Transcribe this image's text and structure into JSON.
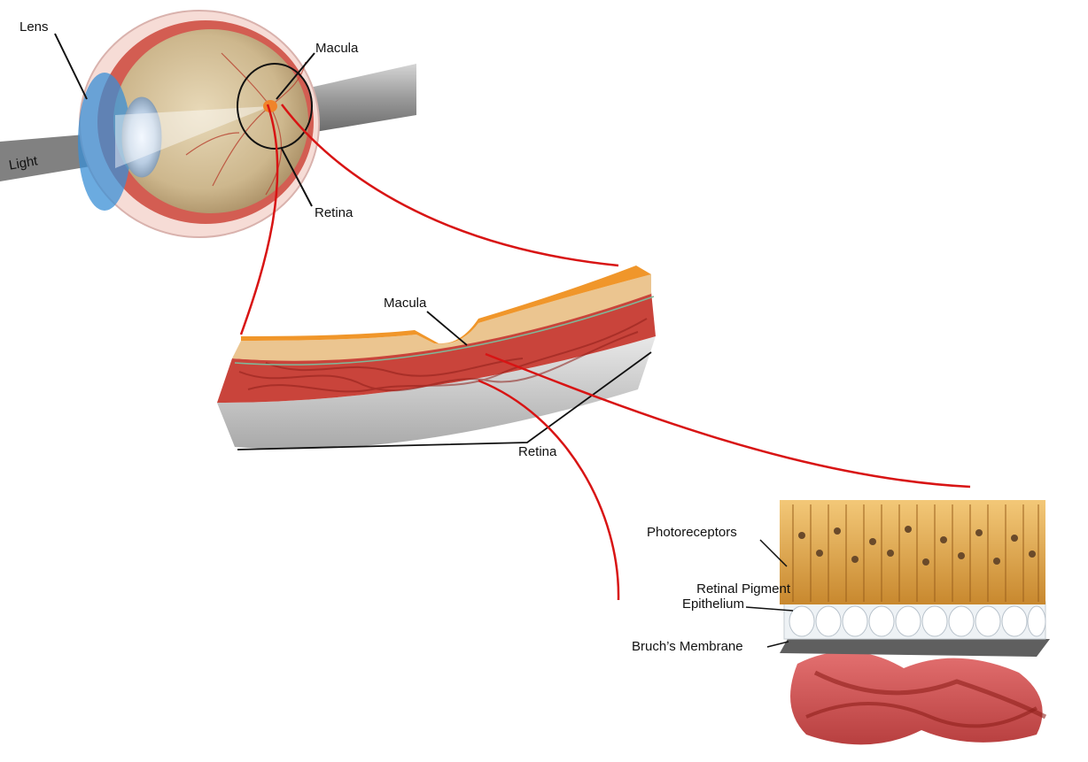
{
  "labels": {
    "lens": "Lens",
    "light": "Light",
    "macula_eye": "Macula",
    "retina_eye": "Retina",
    "macula_section": "Macula",
    "retina_section": "Retina",
    "photoreceptors": "Photoreceptors",
    "rpe_line1": "Retinal Pigment",
    "rpe_line2": "Epithelium",
    "bruchs": "Bruch’s Membrane"
  },
  "colors": {
    "zoom_line": "#d81414",
    "leader_line": "#111111",
    "sclera": "#f2c9c4",
    "choroid_red": "#c9302c",
    "retina_tan": "#d9c29a",
    "lens_blue": "#3a8fd6",
    "macula_orange": "#f0842a",
    "photoreceptor_gold": "#e0a54a",
    "rpe_white": "#eef2f5",
    "membrane_gray": "#6e6e6e",
    "vessel_red": "#cc3b3b"
  }
}
